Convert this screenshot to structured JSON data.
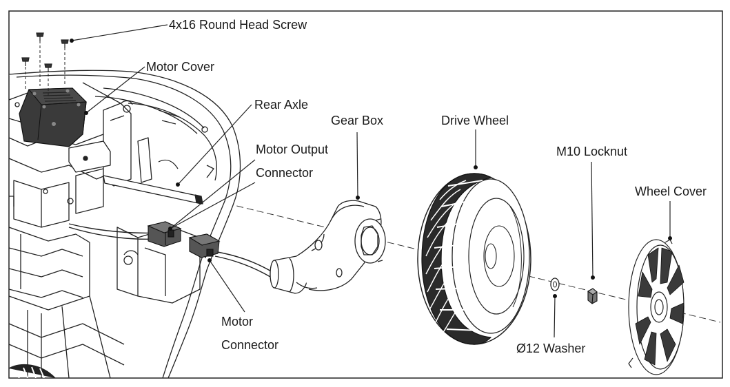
{
  "labels": {
    "screw": "4x16 Round Head Screw",
    "motor_cover": "Motor Cover",
    "rear_axle": "Rear Axle",
    "motor_output_connector_line1": "Motor Output",
    "motor_output_connector_line2": "Connector",
    "gear_box": "Gear Box",
    "drive_wheel": "Drive Wheel",
    "m10_locknut": "M10 Locknut",
    "wheel_cover": "Wheel Cover",
    "motor_connector_line1": "Motor",
    "motor_connector_line2": "Connector",
    "washer": "Ø12 Washer"
  },
  "colors": {
    "line": "#1a1a1a",
    "motor_cover": "#3a3a3a",
    "connector": "#555555",
    "border": "#222222"
  }
}
